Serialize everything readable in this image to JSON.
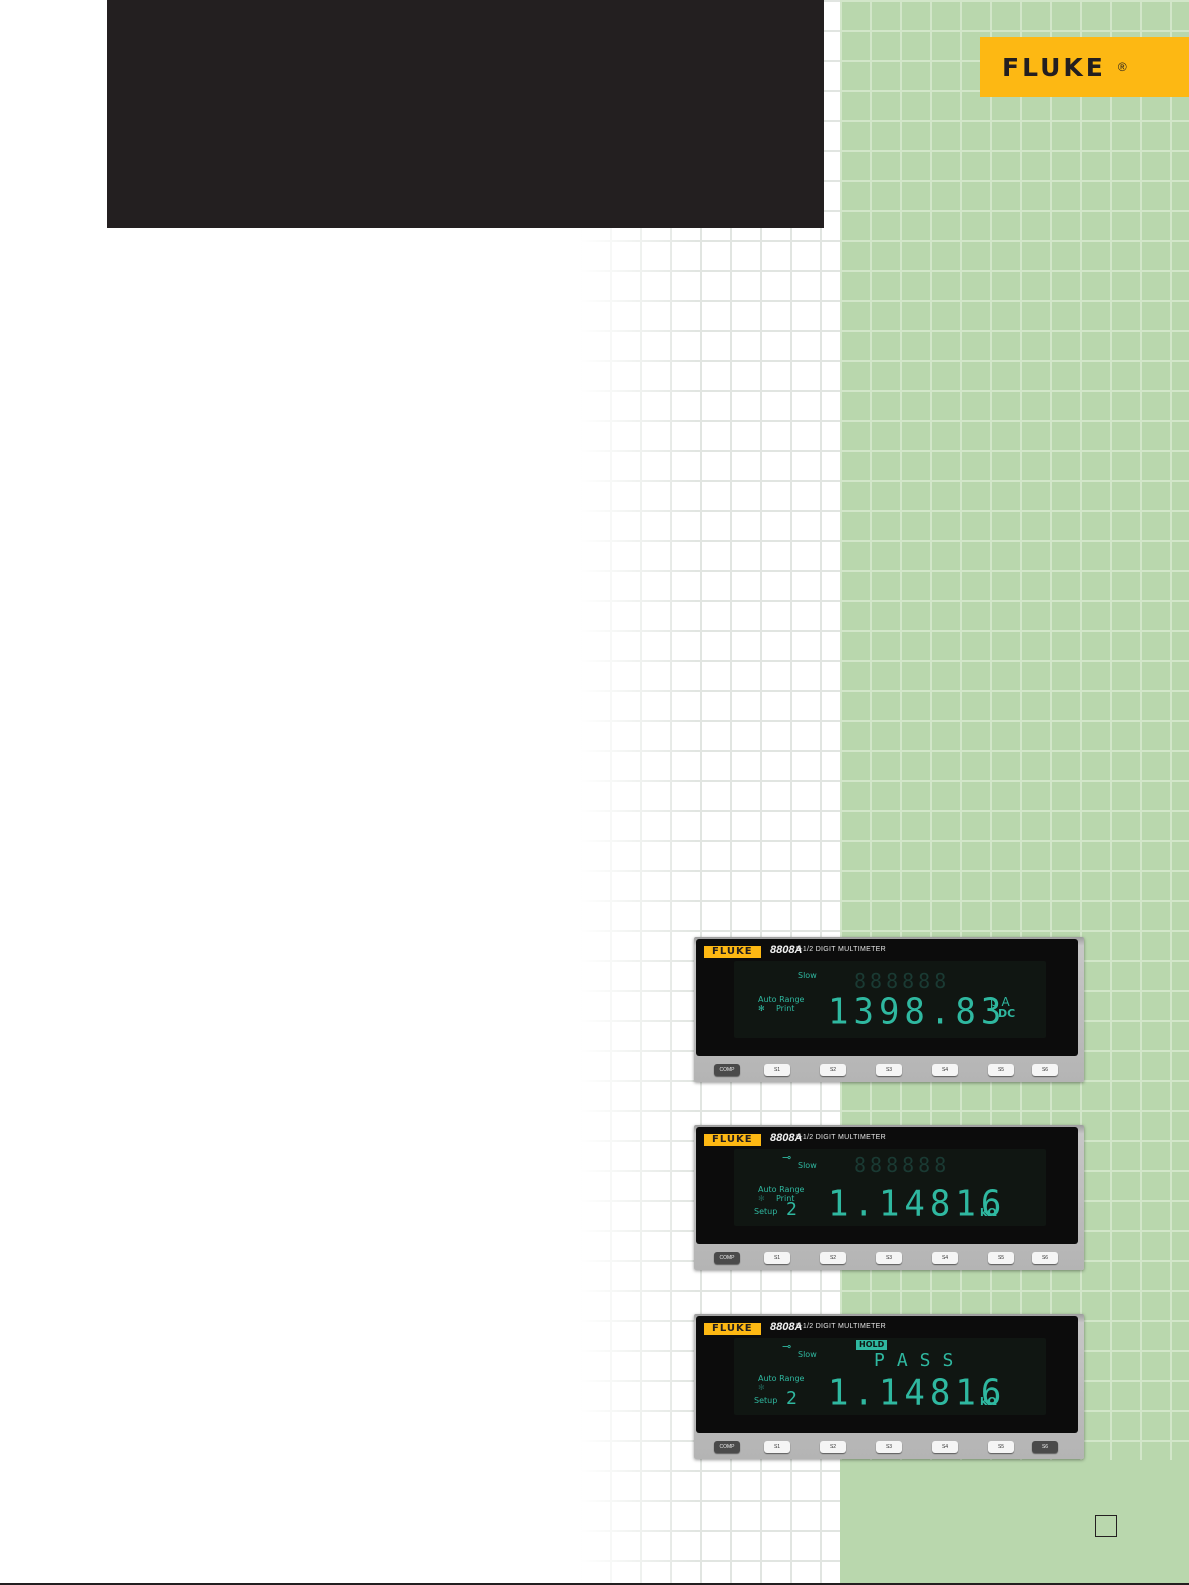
{
  "brand": {
    "name": "FLUKE",
    "registered": "®"
  },
  "meters": [
    {
      "brand": "FLUKE",
      "model": "8808A",
      "description": "5-1/2 DIGIT MULTIMETER",
      "slow": "Slow",
      "auto_range": "Auto Range",
      "print": "Print",
      "asterisk": "✻",
      "reading": "1398.83",
      "unit_top": "μ A",
      "unit_bottom": "DC",
      "keys": [
        "COMP",
        "S1",
        "S2",
        "S3",
        "S4",
        "S5",
        "S6"
      ]
    },
    {
      "brand": "FLUKE",
      "model": "8808A",
      "description": "5-1/2 DIGIT MULTIMETER",
      "lock_icon": "⊸",
      "slow": "Slow",
      "auto_range": "Auto Range",
      "print": "Print",
      "asterisk": "✻",
      "setup": "Setup",
      "setup_num": "2",
      "reading": "1.14816",
      "unit": "kΩ",
      "keys": [
        "COMP",
        "S1",
        "S2",
        "S3",
        "S4",
        "S5",
        "S6"
      ]
    },
    {
      "brand": "FLUKE",
      "model": "8808A",
      "description": "5-1/2 DIGIT MULTIMETER",
      "lock_icon": "⊸",
      "slow": "Slow",
      "hold": "HOLD",
      "pass": "PASS",
      "auto_range": "Auto Range",
      "asterisk": "✻",
      "setup": "Setup",
      "setup_num": "2",
      "reading": "1.14816",
      "unit": "kΩ",
      "keys": [
        "COMP",
        "S1",
        "S2",
        "S3",
        "S4",
        "S5",
        "S6"
      ]
    }
  ],
  "colors": {
    "header_black": "#231f20",
    "fluke_yellow": "#fdb813",
    "sidebar_green": "#b9d7ad",
    "lcd_teal": "#2fb8a0"
  }
}
